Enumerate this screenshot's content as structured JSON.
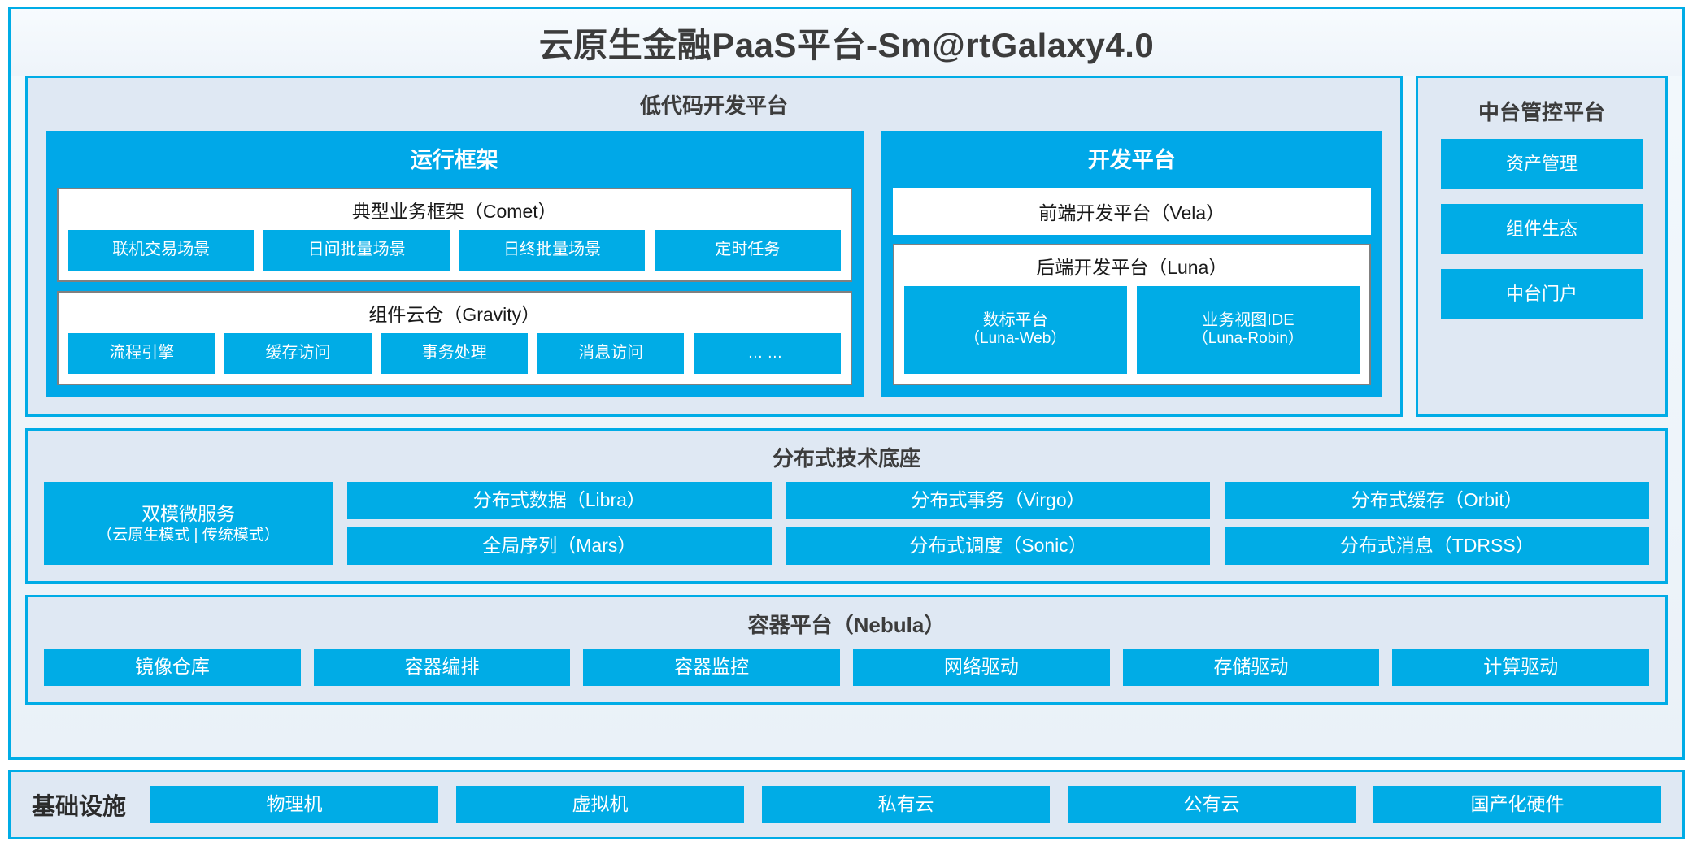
{
  "title": "云原生金融PaaS平台-Sm@rtGalaxy4.0",
  "colors": {
    "accent": "#00ace6",
    "chip": "#00ace6",
    "card": "#00a8e8",
    "panel_bg": "#dfe8f3",
    "frame_border": "#00ace6",
    "text_dark": "#3c3c3c"
  },
  "lowcode": {
    "title": "低代码开发平台",
    "run_framework": {
      "title": "运行框架",
      "comet": {
        "title": "典型业务框架（Comet）",
        "items": [
          "联机交易场景",
          "日间批量场景",
          "日终批量场景",
          "定时任务"
        ]
      },
      "gravity": {
        "title": "组件云仓（Gravity）",
        "items": [
          "流程引擎",
          "缓存访问",
          "事务处理",
          "消息访问",
          "……"
        ]
      }
    },
    "dev_platform": {
      "title": "开发平台",
      "frontend": "前端开发平台（Vela）",
      "backend": {
        "title": "后端开发平台（Luna）",
        "items": [
          {
            "name": "数标平台",
            "code": "（Luna-Web）"
          },
          {
            "name": "业务视图IDE",
            "code": "（Luna-Robin）"
          }
        ]
      }
    }
  },
  "midplatform": {
    "title": "中台管控平台",
    "items": [
      "资产管理",
      "组件生态",
      "中台门户"
    ]
  },
  "tech_base": {
    "title": "分布式技术底座",
    "wide_item": {
      "name": "双模微服务",
      "sub": "（云原生模式 | 传统模式）"
    },
    "columns": [
      [
        "分布式数据（Libra）",
        "全局序列（Mars）"
      ],
      [
        "分布式事务（Virgo）",
        "分布式调度（Sonic）"
      ],
      [
        "分布式缓存（Orbit）",
        "分布式消息（TDRSS）"
      ]
    ]
  },
  "container_platform": {
    "title": "容器平台（Nebula）",
    "items": [
      "镜像仓库",
      "容器编排",
      "容器监控",
      "网络驱动",
      "存储驱动",
      "计算驱动"
    ]
  },
  "infrastructure": {
    "label": "基础设施",
    "items": [
      "物理机",
      "虚拟机",
      "私有云",
      "公有云",
      "国产化硬件"
    ]
  }
}
